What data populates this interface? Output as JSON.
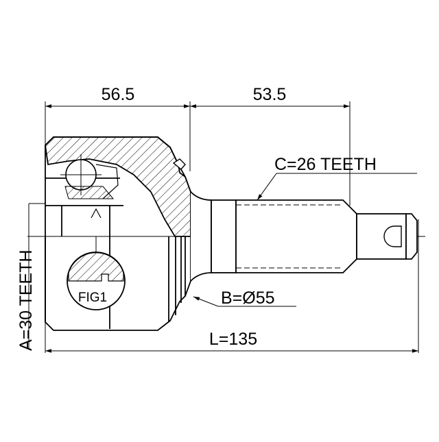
{
  "dimensions": {
    "width_left": "56.5",
    "width_right": "53.5",
    "spline_teeth_c": "C=26 TEETH",
    "diameter_b": "B=Ø55",
    "length_l": "L=135",
    "teeth_a": "A=30 TEETH"
  },
  "detail_label": "FIG1"
}
